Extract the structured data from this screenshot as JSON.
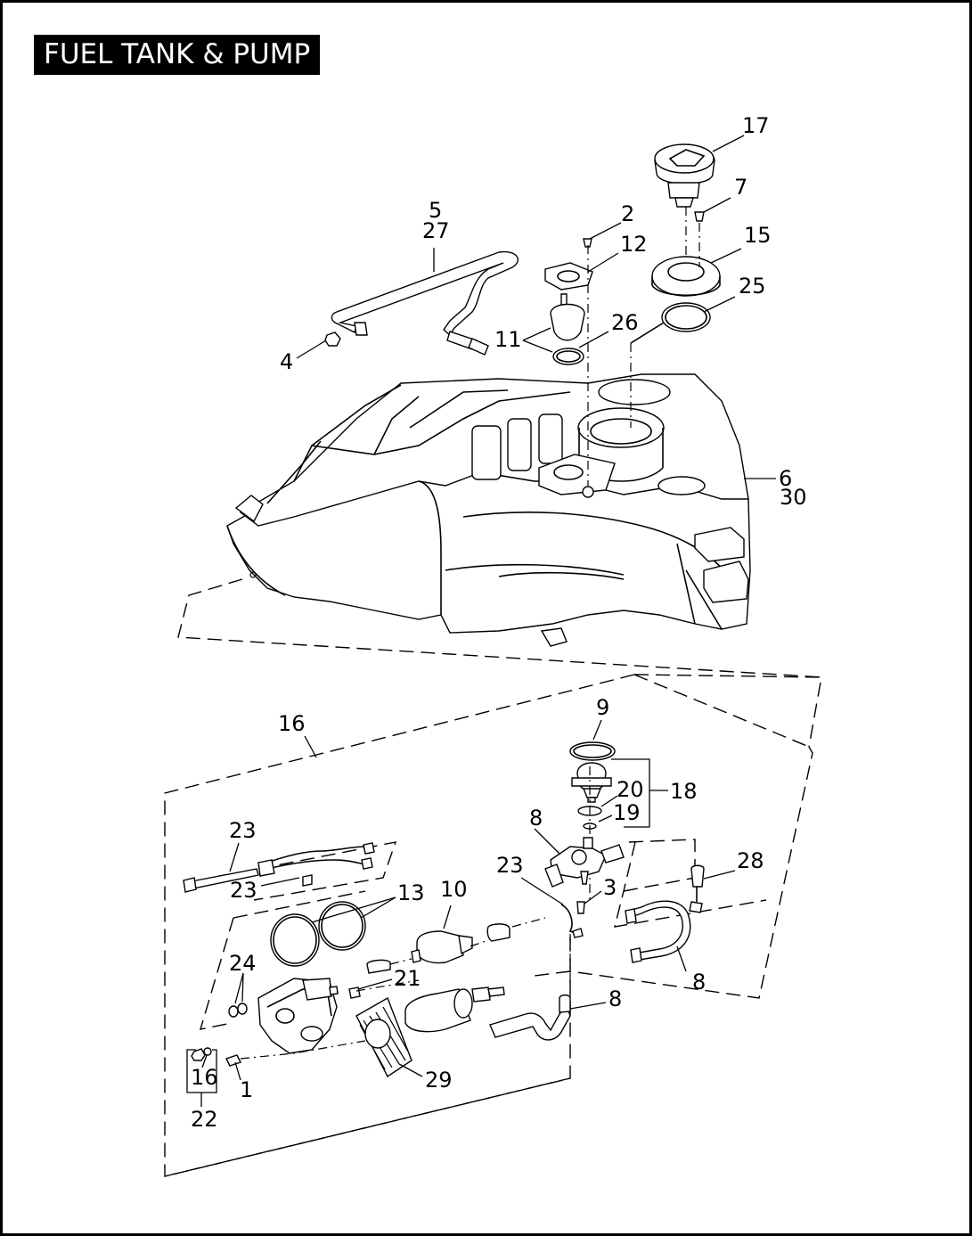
{
  "title": "FUEL TANK & PUMP",
  "callouts": {
    "c1": "1",
    "c2": "2",
    "c3": "3",
    "c4": "4",
    "c5": "5",
    "c6": "6",
    "c7": "7",
    "c8a": "8",
    "c8b": "8",
    "c8c": "8",
    "c9": "9",
    "c10": "10",
    "c11": "11",
    "c12": "12",
    "c13": "13",
    "c15": "15",
    "c16a": "16",
    "c16b": "16",
    "c17": "17",
    "c18": "18",
    "c19": "19",
    "c20": "20",
    "c21": "21",
    "c22": "22",
    "c23a": "23",
    "c23b": "23",
    "c23c": "23",
    "c24": "24",
    "c25": "25",
    "c26": "26",
    "c27": "27",
    "c28": "28",
    "c29": "29",
    "c30": "30"
  }
}
